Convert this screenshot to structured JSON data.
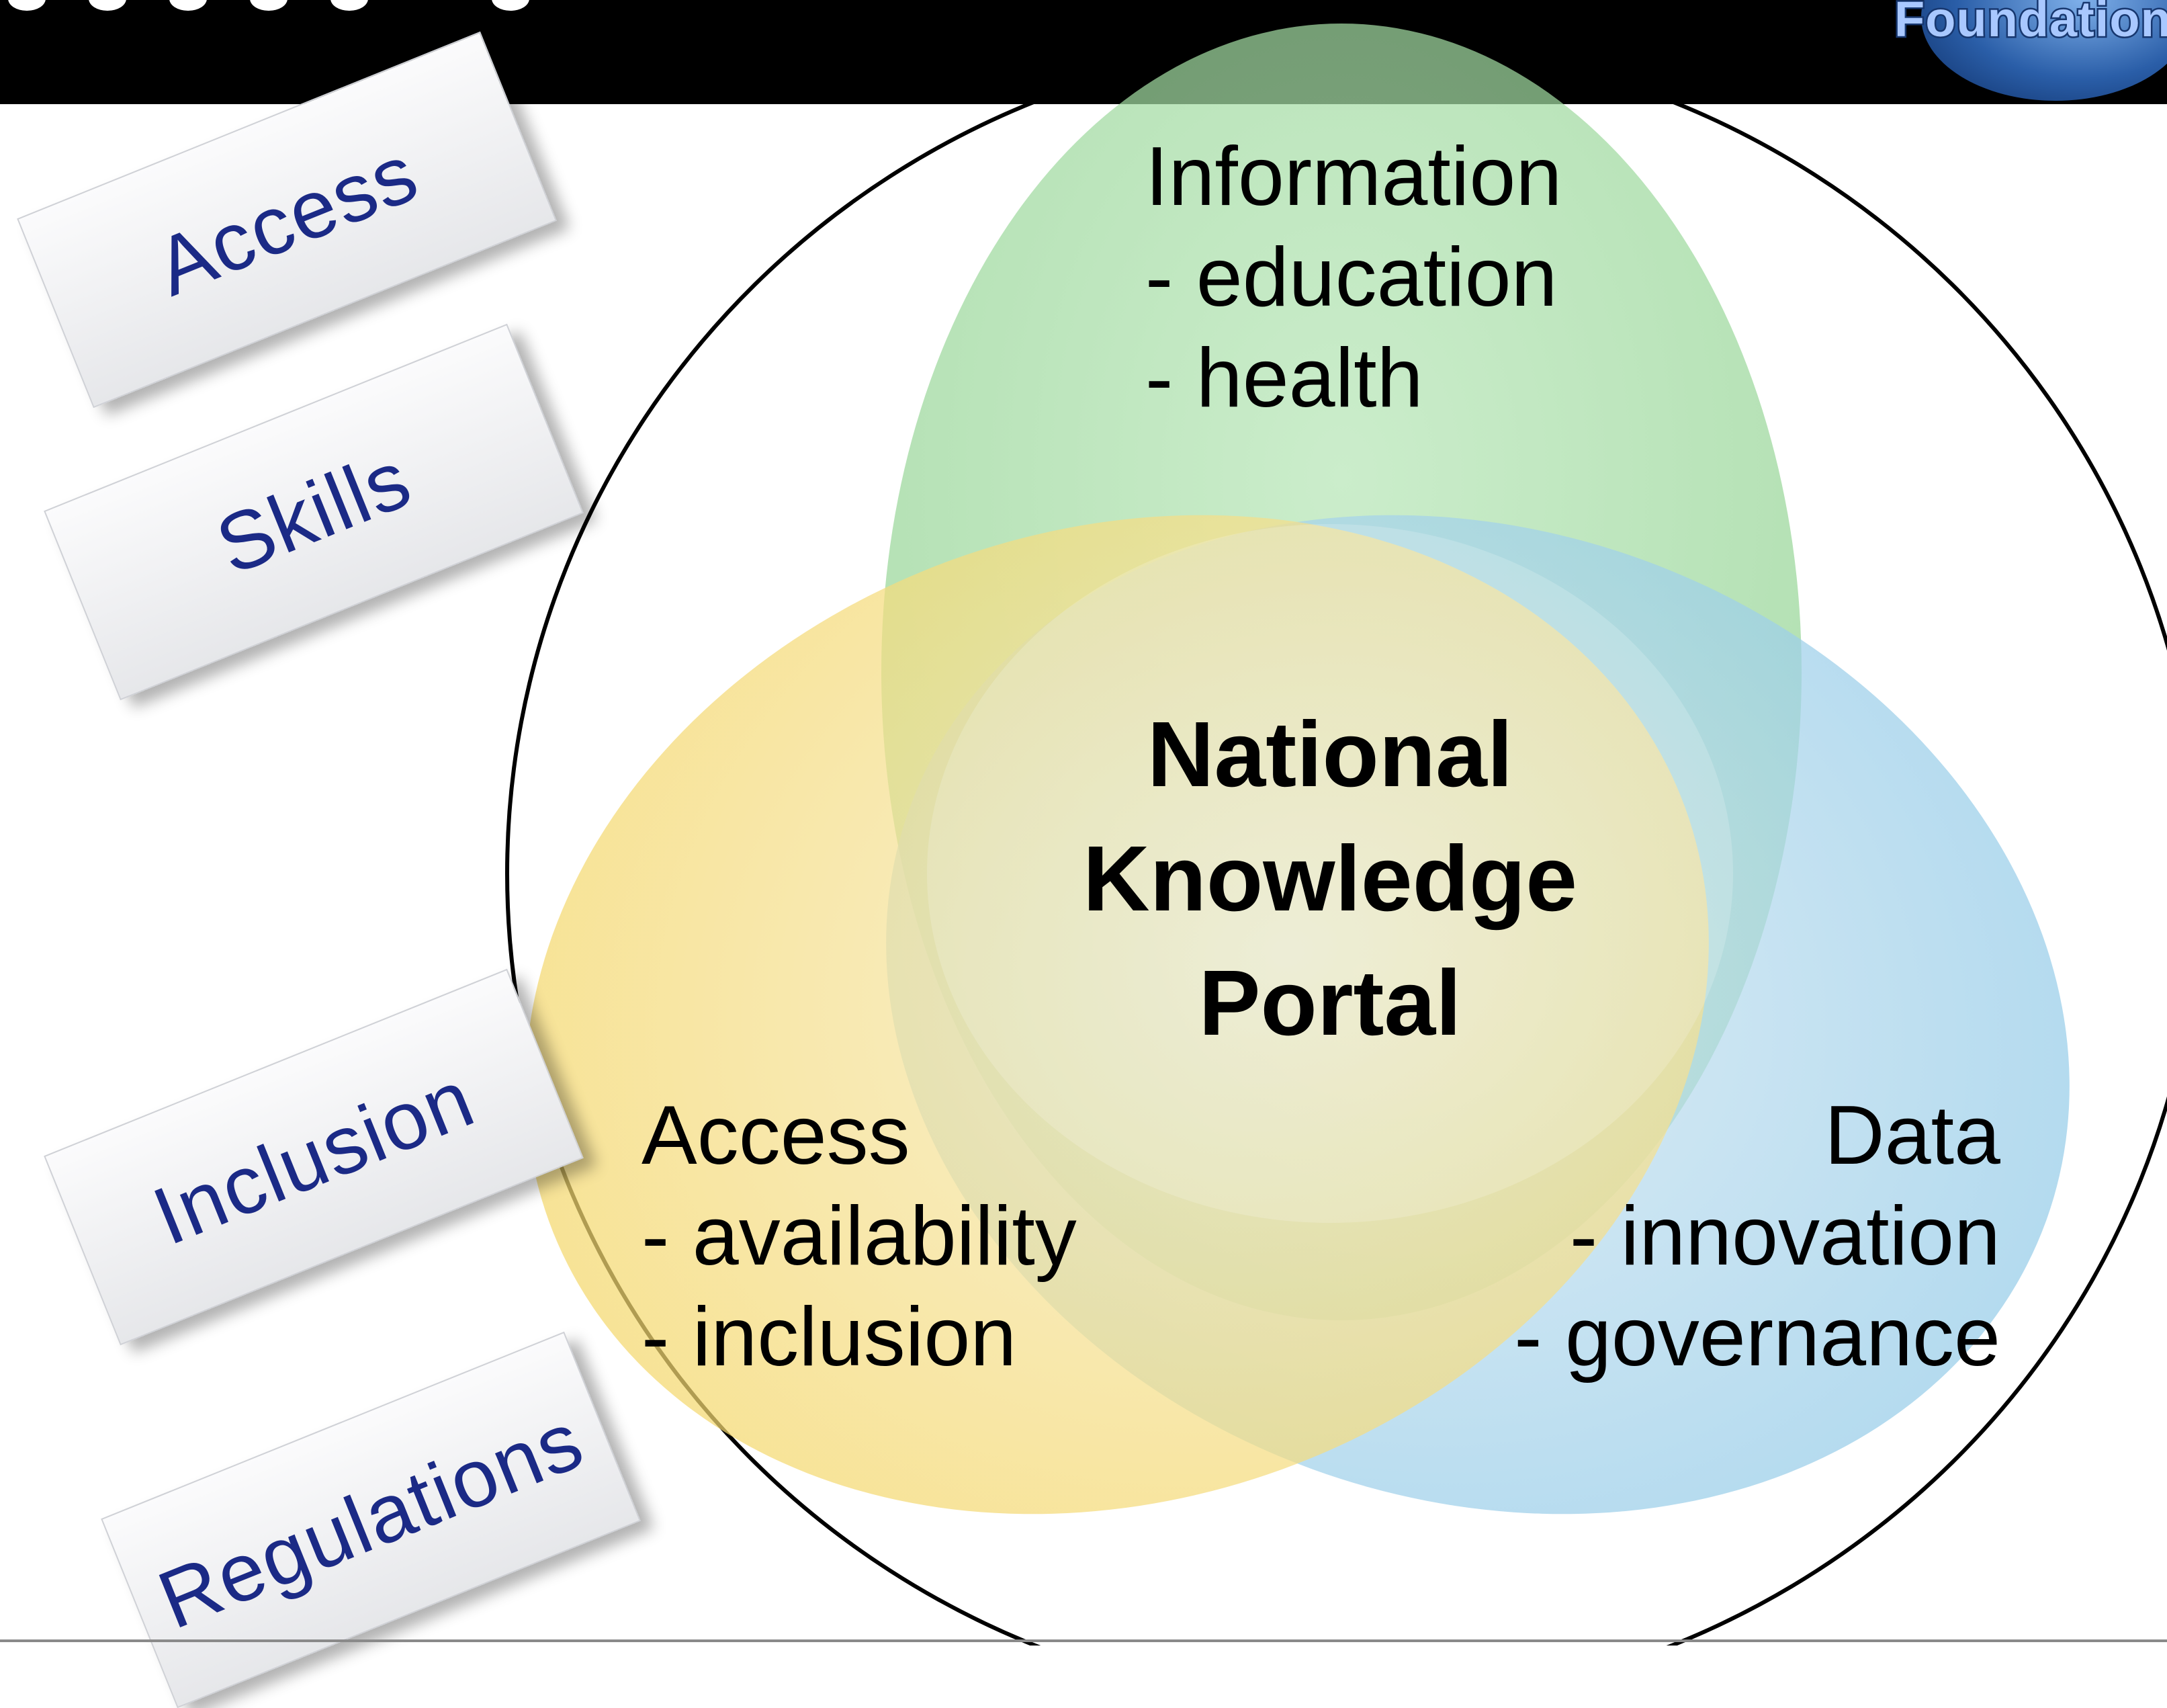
{
  "header": {
    "logo_text": "Foundation",
    "bar_color": "#000000"
  },
  "side_labels": [
    {
      "label": "Access"
    },
    {
      "label": "Skills"
    },
    {
      "label": "Inclusion"
    },
    {
      "label": "Regulations"
    }
  ],
  "venn": {
    "center": {
      "lines": [
        "National",
        "Knowledge",
        "Portal"
      ]
    },
    "top": {
      "lines": [
        "Information",
        "- education",
        "- health"
      ],
      "color": "#8fd28f"
    },
    "left": {
      "lines": [
        "Access",
        "- availability",
        "- inclusion"
      ],
      "color": "#f5df8a"
    },
    "right": {
      "lines": [
        "Data",
        "- innovation",
        "- governance"
      ],
      "color": "#8fc8e8"
    }
  },
  "colors": {
    "label_text": "#1b2a86",
    "venn_text": "#000000"
  }
}
